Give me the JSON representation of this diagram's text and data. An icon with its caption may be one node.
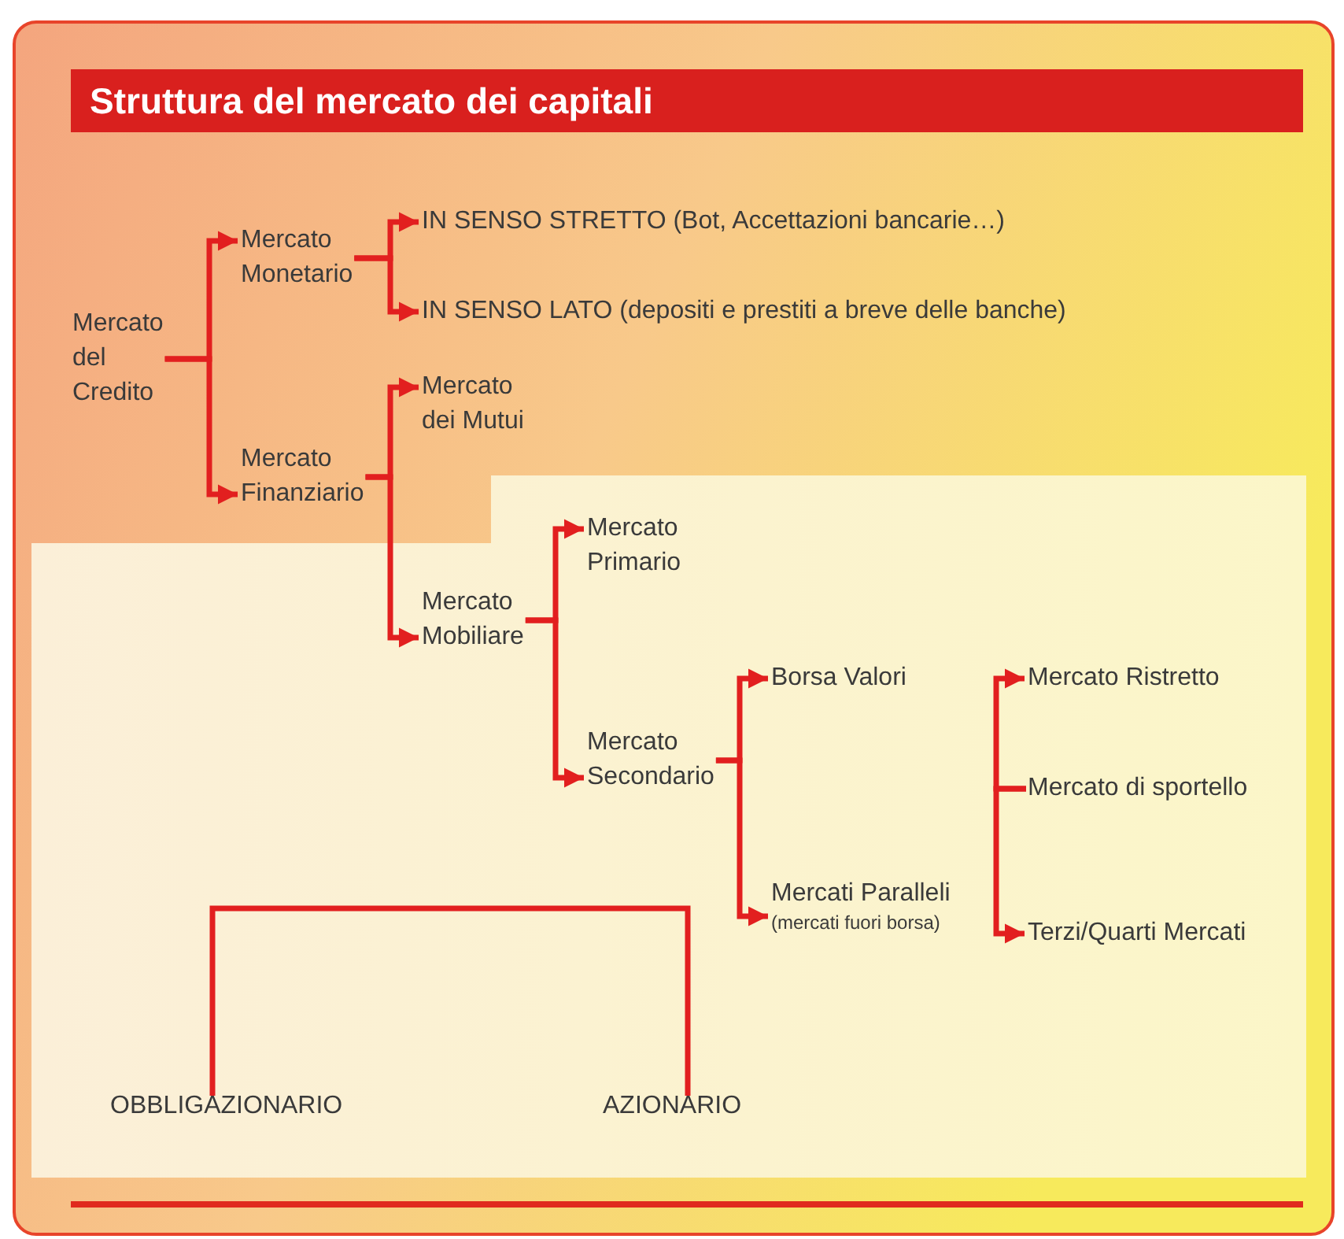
{
  "diagram": {
    "title": "Struttura del mercato dei capitali",
    "nodes": [
      {
        "text": [
          "Mercato del Credito"
        ]
      },
      {
        "text": [
          "Mercato Monetario"
        ]
      },
      {
        "text": [
          "Mercato Finanziario"
        ]
      },
      {
        "text": [
          "IN SENSO STRETTO (Bot, Accettazioni bancarie…)"
        ]
      },
      {
        "text": [
          "IN SENSO LATO (depositi e prestiti a breve delle banche)"
        ]
      },
      {
        "text": [
          "Mercato dei Mutui"
        ]
      },
      {
        "text": [
          "Mercato Mobiliare"
        ]
      },
      {
        "text": [
          "Mercato Primario"
        ]
      },
      {
        "text": [
          "Mercato Secondario"
        ]
      },
      {
        "text": [
          "Borsa Valori"
        ]
      },
      {
        "text": [
          "Mercati Paralleli",
          "(mercati fuori borsa)"
        ]
      },
      {
        "text": [
          "Mercato Ristretto"
        ]
      },
      {
        "text": [
          "Mercato di sportello"
        ]
      },
      {
        "text": [
          "Terzi/Quarti Mercati"
        ]
      },
      {
        "text": [
          "OBBLIGAZIONARIO"
        ]
      },
      {
        "text": [
          "AZIONARIO"
        ]
      }
    ],
    "edges": [
      {
        "from": 0,
        "to": 1,
        "arrow": "to"
      },
      {
        "from": 0,
        "to": 2,
        "arrow": "to"
      },
      {
        "from": 1,
        "to": 3,
        "arrow": "to"
      },
      {
        "from": 1,
        "to": 4,
        "arrow": "to"
      },
      {
        "from": 2,
        "to": 5,
        "arrow": "to"
      },
      {
        "from": 2,
        "to": 6,
        "arrow": "to"
      },
      {
        "from": 6,
        "to": 7,
        "arrow": "to"
      },
      {
        "from": 6,
        "to": 8,
        "arrow": "to"
      },
      {
        "from": 8,
        "to": 9,
        "arrow": "to"
      },
      {
        "from": 8,
        "to": 10,
        "arrow": "to"
      },
      {
        "from": 12,
        "to": 11,
        "arrow": "to"
      },
      {
        "from": 12,
        "to": 13,
        "arrow": "to"
      },
      {
        "from": 14,
        "to": 15,
        "arrow": "none"
      }
    ]
  }
}
